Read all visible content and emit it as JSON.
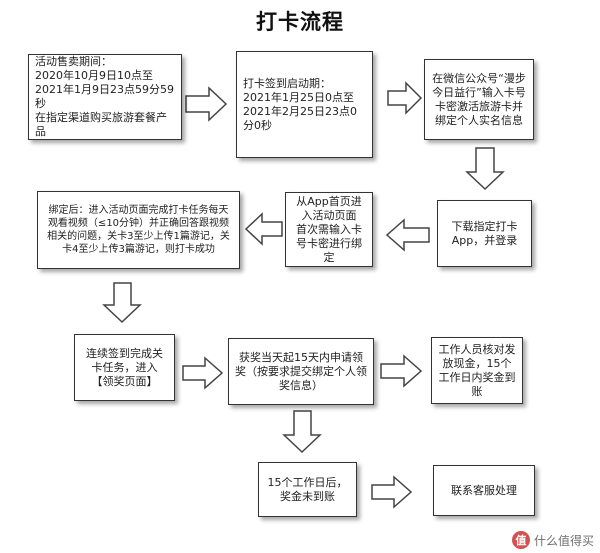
{
  "title": "打卡流程",
  "boxes": {
    "sale_period": {
      "lines": [
        "活动售卖期间：",
        "2020年10月9日10点至2021年1月9日23点59分59秒",
        "在指定渠道购买旅游套餐产品"
      ]
    },
    "checkin_period": {
      "lines": [
        "打卡签到启动期：",
        "2021年1月25日0点至2021年2月25日23点0分0秒"
      ]
    },
    "activate_card": {
      "lines": [
        "在微信公众号“漫步今日益行”输入卡号卡密激活旅游卡并绑定个人实名信息"
      ]
    },
    "download_app": {
      "lines": [
        "下载指定打卡App，并登录"
      ]
    },
    "bind_card": {
      "lines": [
        "从App首页进入活动页面",
        "首次需输入卡号卡密进行绑定"
      ]
    },
    "after_bind": {
      "lines": [
        "绑定后：进入活动页面完成打卡任务每天观看视频（≤10分钟）并正确回答跟视频相关的问题，关卡3至少上传1篇游记，关卡4至少上传3篇游记，则打卡成功"
      ]
    },
    "complete_tasks": {
      "lines": [
        "连续签到完成关卡任务，进入【领奖页面】"
      ]
    },
    "claim_prize": {
      "lines": [
        "获奖当天起15天内申请领奖（按要求提交绑定个人领奖信息）"
      ]
    },
    "staff_review": {
      "lines": [
        "工作人员核对发放现金，15个工作日内奖金到账"
      ]
    },
    "not_received": {
      "lines": [
        "15个工作日后，奖金未到账"
      ]
    },
    "contact_support": {
      "lines": [
        "联系客服处理"
      ]
    }
  },
  "watermark": {
    "logo": "值",
    "text": "什么值得买"
  }
}
